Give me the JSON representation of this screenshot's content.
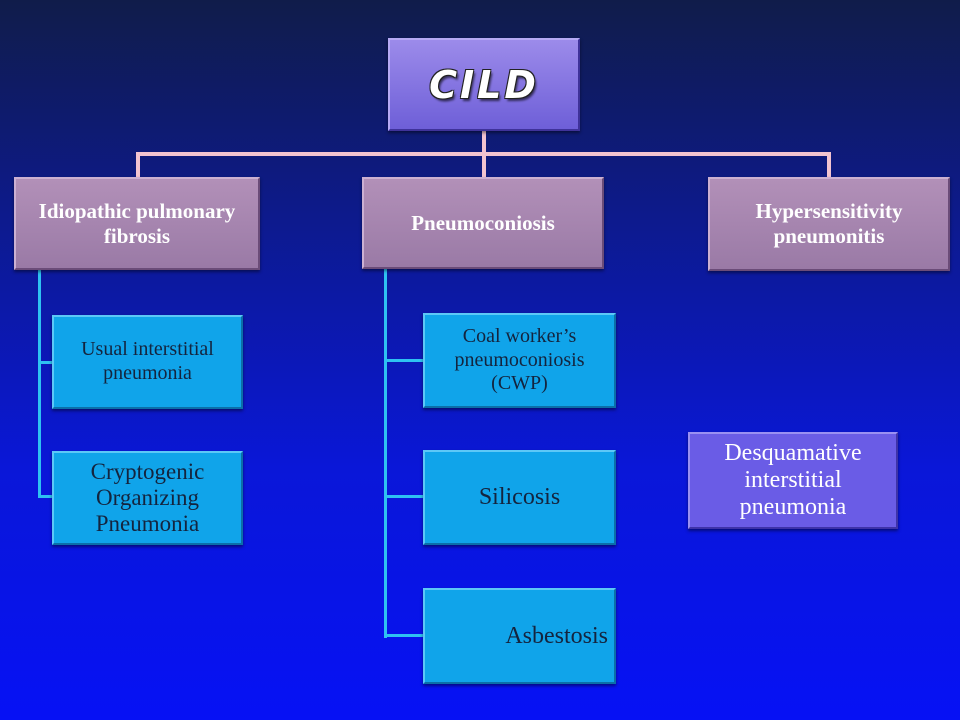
{
  "root": {
    "label": "CILD"
  },
  "categories": [
    {
      "label": "Idiopathic pulmonary fibrosis"
    },
    {
      "label": "Pneumoconiosis"
    },
    {
      "label": "Hypersensitivity pneumonitis"
    }
  ],
  "ipf_children": [
    {
      "label": "Usual interstitial pneumonia"
    },
    {
      "label": "Cryptogenic Organizing Pneumonia"
    }
  ],
  "pneumo_children": [
    {
      "label": "Coal worker’s pneumoconiosis (CWP)"
    },
    {
      "label": "Silicosis"
    },
    {
      "label": "Asbestosis"
    }
  ],
  "floating": {
    "label": "Desquamative interstitial pneumonia"
  },
  "colors": {
    "root_fill": "#7b6be0",
    "category_fill": "#a886b0",
    "leaf_fill": "#10a4ea",
    "floating_fill": "#6a5ce6",
    "trunk_line": "#f2c4d0",
    "branch_line": "#2ec2f2",
    "background": "#0a17d8"
  }
}
